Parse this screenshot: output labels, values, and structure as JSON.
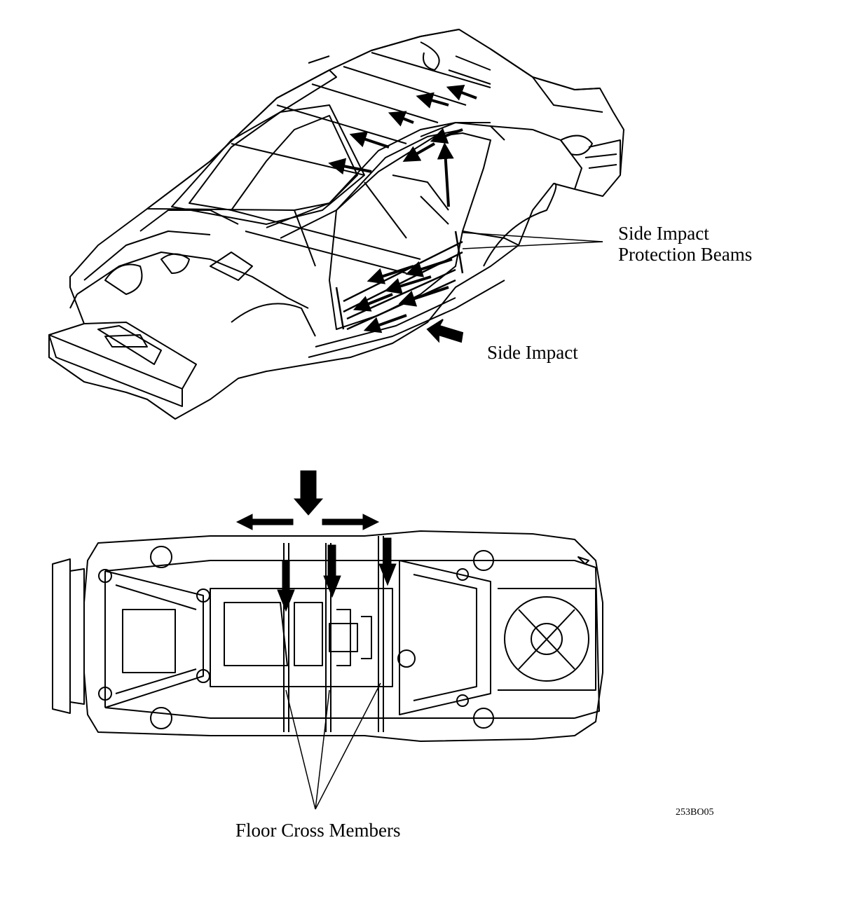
{
  "labels": {
    "side_impact_protection_beams_line1": "Side Impact",
    "side_impact_protection_beams_line2": "Protection Beams",
    "side_impact": "Side Impact",
    "floor_cross_members": "Floor Cross Members",
    "figure_code": "253BO05"
  },
  "colors": {
    "line": "#000000",
    "background": "#ffffff"
  }
}
